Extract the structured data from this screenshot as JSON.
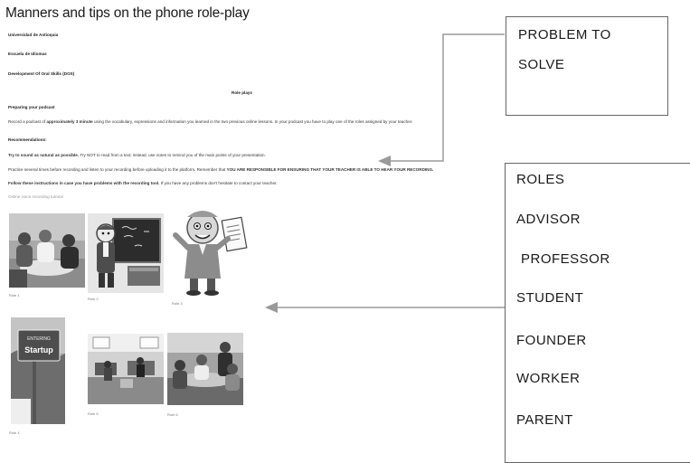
{
  "doc": {
    "title": "Manners and tips on the phone role-play",
    "university": "Universidad de Antioquia",
    "school": "Escuela de Idiomas",
    "course": "Development Of Oral Skills (DOS)",
    "section_heading": "Role plays",
    "preparing_heading": "Preparing your podcast",
    "preparing_text_pre": "Record a podcast of",
    "preparing_text_bold": "approximately 3 minute",
    "preparing_text_post": "using the vocabulary, expressions and information you learned in the two previous online lessons. In your podcast you have to play one of the roles assigned by your teacher.",
    "recommendations_heading": "Recommendations:",
    "rec1_bold": "Try to sound as natural as possible.",
    "rec1_text": "Try NOT to read from a text; instead, use notes to remind you of the main points of your presentation.",
    "rec2_text": "Practice several times before recording and listen to your recording before uploading it to the platform. Remember that",
    "rec2_bold": "YOU ARE RESPONSIBLE FOR ENSURING THAT YOUR TEACHER IS ABLE TO HEAR YOUR RECORDING.",
    "rec3_bold": "Follow these instructions in case you have problems with the recording tool.",
    "rec3_text": "If you have any problems don't hesitate to contact your teacher.",
    "tutorial_link": "Online voice recording tutorial",
    "captions": [
      "Role 1",
      "Role 2",
      "Role 3",
      "Role 4",
      "Role 5",
      "Role 6"
    ],
    "sign_text": [
      "ENTERING",
      "Startup"
    ]
  },
  "callouts": {
    "problem_lines": [
      "PROBLEM TO",
      "SOLVE"
    ],
    "roles": [
      "ROLES",
      "ADVISOR",
      "PROFESSOR",
      "STUDENT",
      "FOUNDER",
      "WORKER",
      "PARENT"
    ]
  },
  "colors": {
    "arrow": "#9a9a9a",
    "box_border": "#666666"
  }
}
